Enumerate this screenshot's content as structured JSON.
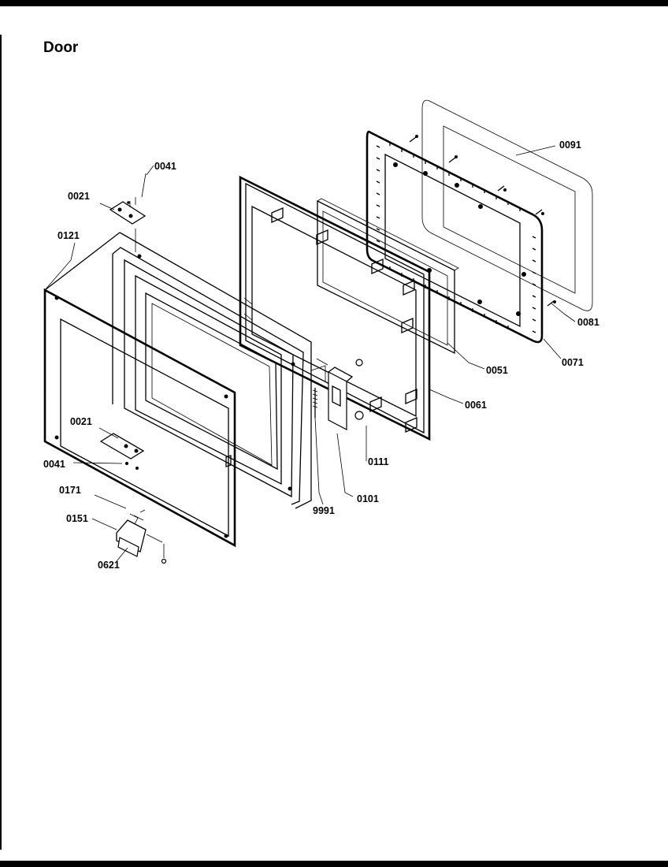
{
  "title": "Door",
  "callouts": {
    "c0041_top": "0041",
    "c0021_top": "0021",
    "c0121": "0121",
    "c0091": "0091",
    "c0081": "0081",
    "c0071": "0071",
    "c0051": "0051",
    "c0061": "0061",
    "c0111": "0111",
    "c0101": "0101",
    "c9991": "9991",
    "c0021_bottom": "0021",
    "c0041_bottom": "0041",
    "c0171": "0171",
    "c0151": "0151",
    "c0621": "0621"
  }
}
